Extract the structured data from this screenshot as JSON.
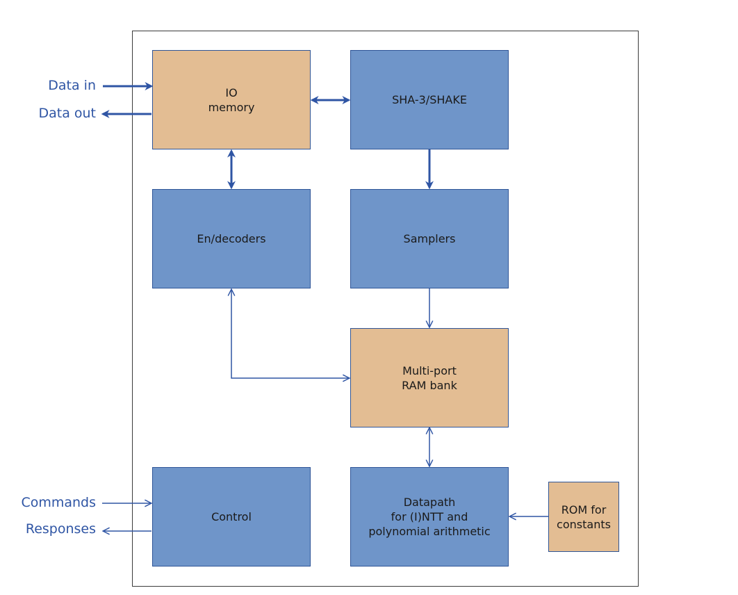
{
  "blocks": {
    "io_memory": {
      "line1": "IO",
      "line2": "memory"
    },
    "sha3": "SHA-3/SHAKE",
    "endecoders": "En/decoders",
    "samplers": "Samplers",
    "ram_bank": {
      "line1": "Multi-port",
      "line2": "RAM bank"
    },
    "control": "Control",
    "datapath": {
      "line1": "Datapath",
      "line2": "for (I)NTT and",
      "line3": "polynomial arithmetic"
    },
    "rom": {
      "line1": "ROM for",
      "line2": "constants"
    }
  },
  "external": {
    "data_in": "Data in",
    "data_out": "Data out",
    "commands": "Commands",
    "responses": "Responses"
  },
  "colors": {
    "compute_block": "#6f95c9",
    "memory_block": "#e3bd93",
    "wire": "#2f55a4",
    "frame": "#3a3a3a"
  }
}
